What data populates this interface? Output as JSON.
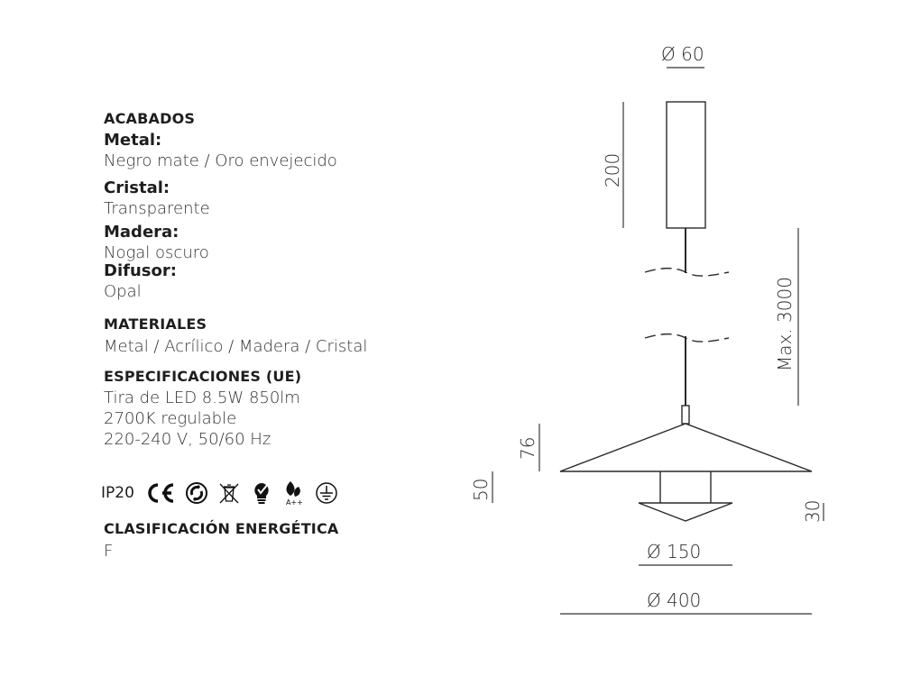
{
  "specs": {
    "acabados": {
      "title": "ACABADOS",
      "items": [
        {
          "label": "Metal:",
          "value": "Negro mate / Oro envejecido"
        },
        {
          "label": "Cristal:",
          "value": "Transparente"
        },
        {
          "label": "Madera:",
          "value": "Nogal oscuro"
        },
        {
          "label": "Difusor:",
          "value": "Opal"
        }
      ]
    },
    "materiales": {
      "title": "MATERIALES",
      "value": "Metal / Acrílico / Madera / Cristal"
    },
    "especificaciones": {
      "title": "ESPECIFICACIONES (UE)",
      "lines": [
        "Tira de LED 8.5W 850lm",
        "2700K regulable",
        "220-240 V, 50/60 Hz"
      ]
    },
    "certifications": {
      "ip_rating": "IP20",
      "icons": [
        "ce-mark-icon",
        "green-dot-recycling-icon",
        "weee-crossed-bin-icon",
        "led-bulb-check-icon",
        "energy-leaf-a-plus-plus-icon",
        "earth-ground-icon"
      ],
      "energy_label_text": "A++"
    },
    "clasificacion": {
      "title": "CLASIFICACIÓN ENERGÉTICA",
      "value": "F"
    }
  },
  "drawing": {
    "canopy_diameter": "Ø 60",
    "canopy_height": "200",
    "cable_length": "Max. 3000",
    "shade_height": "76",
    "diffuser_height": "50",
    "cone_height": "30",
    "diffuser_diameter": "Ø 150",
    "shade_diameter": "Ø 400",
    "line_color": "#2a2a2a"
  }
}
